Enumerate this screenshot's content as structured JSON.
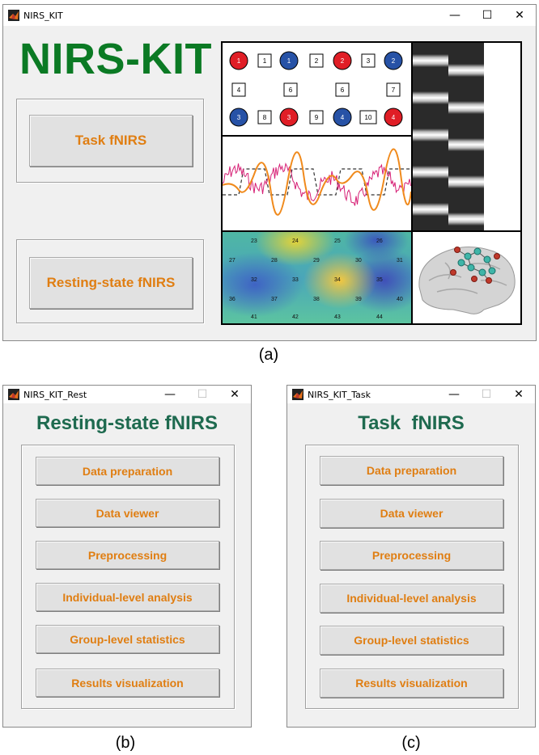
{
  "main_window": {
    "title": "NIRS_KIT",
    "app_title": "NIRS-KIT",
    "buttons": [
      "Task fNIRS",
      "Resting-state fNIRS"
    ],
    "controls": {
      "minimize": "—",
      "maximize": "☐",
      "close": "✕"
    }
  },
  "probe_layout": {
    "row1": [
      "1",
      "1",
      "1",
      "2",
      "2",
      "3",
      "2"
    ],
    "row2": [
      "4",
      "6",
      "6",
      "7"
    ],
    "row3": [
      "3",
      "8",
      "3",
      "9",
      "4",
      "10",
      "4"
    ]
  },
  "heatmap_labels": [
    "23",
    "24",
    "25",
    "26",
    "27",
    "28",
    "29",
    "30",
    "31",
    "32",
    "33",
    "34",
    "35",
    "36",
    "37",
    "38",
    "39",
    "40",
    "41",
    "42",
    "43",
    "44"
  ],
  "rest_window": {
    "title": "NIRS_KIT_Rest",
    "heading": "Resting-state fNIRS",
    "buttons": [
      "Data preparation",
      "Data viewer",
      "Preprocessing",
      "Individual-level analysis",
      "Group-level statistics",
      "Results visualization"
    ]
  },
  "task_window": {
    "title": "NIRS_KIT_Task",
    "heading": "Task  fNIRS",
    "buttons": [
      "Data preparation",
      "Data viewer",
      "Preprocessing",
      "Individual-level analysis",
      "Group-level statistics",
      "Results visualization"
    ]
  },
  "captions": {
    "a": "(a)",
    "b": "(b)",
    "c": "(c)"
  },
  "colors": {
    "title_green": "#0b7a24",
    "heading_green": "#1e6a4f",
    "button_text": "#e07e12",
    "probe_red": "#e01e26",
    "probe_blue": "#2752a6"
  },
  "icons": [
    "matlab-icon",
    "minimize-icon",
    "maximize-icon",
    "close-icon"
  ]
}
